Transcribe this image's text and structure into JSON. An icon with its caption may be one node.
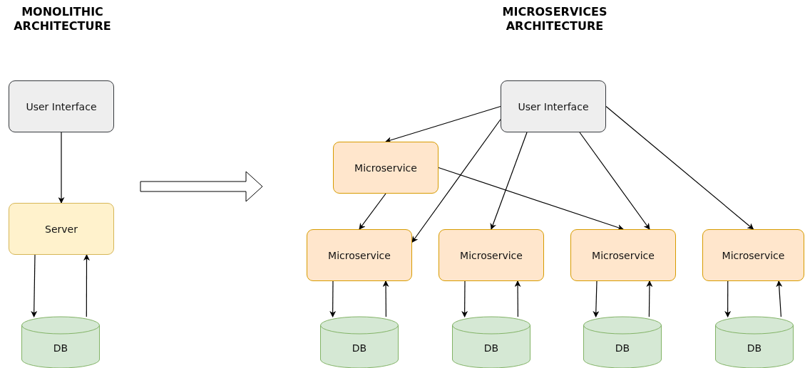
{
  "diagram": {
    "nodes": [
      {
        "text": [
          "User Interface"
        ]
      },
      {
        "text": [
          "Server"
        ]
      },
      {
        "text": [
          "DB"
        ]
      },
      {
        "text": [
          "User Interface"
        ]
      },
      {
        "text": [
          "Microservice"
        ]
      },
      {
        "text": [
          "Microservice"
        ]
      },
      {
        "text": [
          "Microservice"
        ]
      },
      {
        "text": [
          "Microservice"
        ]
      },
      {
        "text": [
          "Microservice"
        ]
      },
      {
        "text": [
          "DB"
        ]
      },
      {
        "text": [
          "DB"
        ]
      },
      {
        "text": [
          "DB"
        ]
      },
      {
        "text": [
          "DB"
        ]
      }
    ],
    "edges": [
      {
        "from": 0,
        "to": 1,
        "arrow": "to"
      },
      {
        "from": 1,
        "to": 2,
        "arrow": "to"
      },
      {
        "from": 2,
        "to": 1,
        "arrow": "to"
      },
      {
        "from": 3,
        "to": 4,
        "arrow": "to"
      },
      {
        "from": 3,
        "to": 5,
        "arrow": "to"
      },
      {
        "from": 3,
        "to": 6,
        "arrow": "to"
      },
      {
        "from": 3,
        "to": 7,
        "arrow": "to"
      },
      {
        "from": 3,
        "to": 8,
        "arrow": "to"
      },
      {
        "from": 4,
        "to": 5,
        "arrow": "to"
      },
      {
        "from": 4,
        "to": 7,
        "arrow": "to"
      },
      {
        "from": 5,
        "to": 9,
        "arrow": "to"
      },
      {
        "from": 9,
        "to": 5,
        "arrow": "to"
      },
      {
        "from": 6,
        "to": 10,
        "arrow": "to"
      },
      {
        "from": 10,
        "to": 6,
        "arrow": "to"
      },
      {
        "from": 7,
        "to": 11,
        "arrow": "to"
      },
      {
        "from": 11,
        "to": 7,
        "arrow": "to"
      },
      {
        "from": 8,
        "to": 12,
        "arrow": "to"
      },
      {
        "from": 12,
        "to": 8,
        "arrow": "to"
      }
    ],
    "labels": [
      "MONOLITHIC ARCHITECTURE",
      "MICROSERVICES ARCHITECTURE"
    ]
  }
}
